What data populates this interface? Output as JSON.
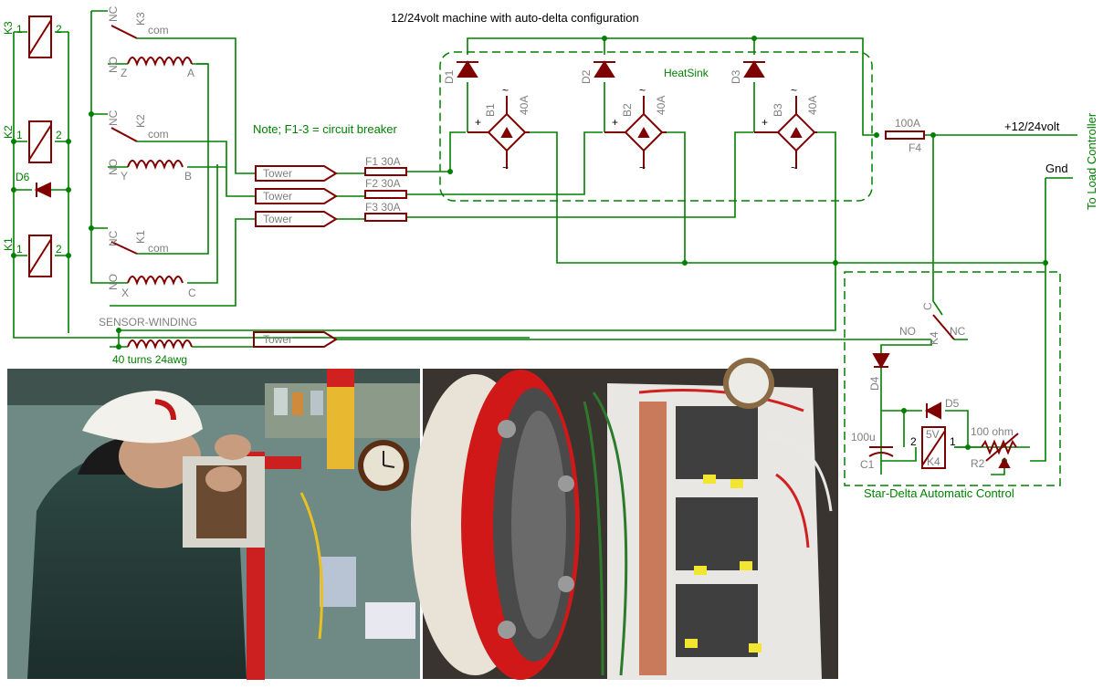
{
  "title": "12/24volt machine with auto-delta configuration",
  "note": "Note; F1-3 = circuit breaker",
  "heatsink_label": "HeatSink",
  "output": {
    "positive": "+12/24volt",
    "ground": "Gnd",
    "side_label": "To Load Controller",
    "fuse_rating": "100A",
    "fuse_name": "F4"
  },
  "relays_left": [
    {
      "name": "K3",
      "pin1": "1",
      "pin2": "2"
    },
    {
      "name": "K2",
      "pin1": "1",
      "pin2": "2"
    },
    {
      "name": "K1",
      "pin1": "1",
      "pin2": "2"
    }
  ],
  "diode_d6": "D6",
  "contacts": [
    {
      "relay": "K3",
      "nc": "NC",
      "com": "com",
      "no": "NO",
      "coil_start": "Z",
      "coil_end": "A"
    },
    {
      "relay": "K2",
      "nc": "NC",
      "com": "com",
      "no": "NO",
      "coil_start": "Y",
      "coil_end": "B"
    },
    {
      "relay": "K1",
      "nc": "NC",
      "com": "com",
      "no": "NO",
      "coil_start": "X",
      "coil_end": "C"
    }
  ],
  "tower_label": "Tower",
  "fuses": [
    "F1 30A",
    "F2 30A",
    "F3 30A"
  ],
  "rectifiers": [
    {
      "diode": "D1",
      "bridge": "B1",
      "rating": "40A"
    },
    {
      "diode": "D2",
      "bridge": "B2",
      "rating": "40A"
    },
    {
      "diode": "D3",
      "bridge": "B3",
      "rating": "40A"
    }
  ],
  "bridge_symbols": {
    "plus": "+",
    "ac": "~"
  },
  "sensor": {
    "label": "SENSOR-WINDING",
    "turns": "40 turns 24awg"
  },
  "control": {
    "label": "Star-Delta Automatic Control",
    "k4_relay": "K4",
    "k4_c": "C",
    "k4_no": "NO",
    "k4_nc": "NC",
    "d4": "D4",
    "d5": "D5",
    "c1_value": "100u",
    "c1_name": "C1",
    "coil_voltage": "5V",
    "coil_name": "K4",
    "pin2": "2",
    "pin1": "1",
    "r2_value": "100 ohm",
    "r2_name": "R2"
  },
  "colors": {
    "wire": "#008000",
    "component": "#800000",
    "text_dark": "#000000"
  }
}
